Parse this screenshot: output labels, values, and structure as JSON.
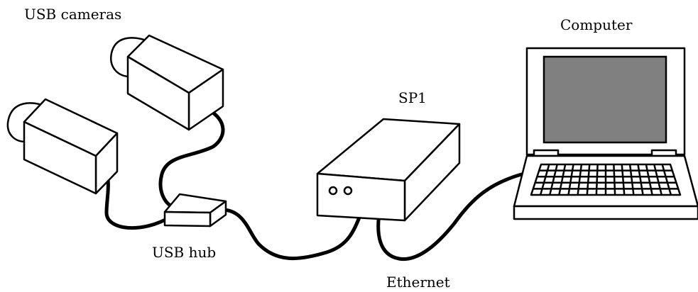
{
  "labels": {
    "usb_cameras": "USB cameras",
    "computer": "Computer",
    "sp1": "SP1",
    "usb_hub": "USB hub",
    "ethernet": "Ethernet"
  },
  "colors": {
    "line": "#000000",
    "screen": "#808080",
    "background": "#ffffff"
  }
}
